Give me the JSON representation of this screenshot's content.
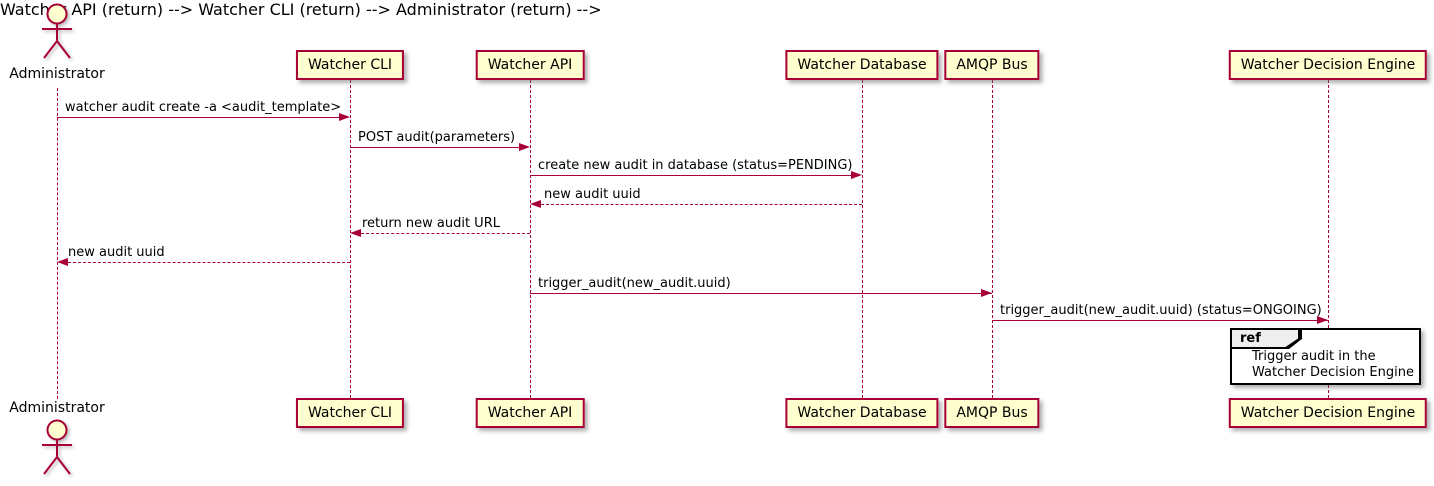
{
  "diagram_type": "sequence-diagram",
  "actor": {
    "name": "Administrator"
  },
  "participants": [
    {
      "label": "Watcher CLI"
    },
    {
      "label": "Watcher API"
    },
    {
      "label": "Watcher Database"
    },
    {
      "label": "AMQP Bus"
    },
    {
      "label": "Watcher Decision Engine"
    }
  ],
  "messages": [
    {
      "from": "Administrator",
      "to": "Watcher CLI",
      "style": "solid",
      "label": "watcher audit create -a <audit_template>"
    },
    {
      "from": "Watcher CLI",
      "to": "Watcher API",
      "style": "solid",
      "label": "POST audit(parameters)"
    },
    {
      "from": "Watcher API",
      "to": "Watcher Database",
      "style": "solid",
      "label": "create new audit in database (status=PENDING)"
    },
    {
      "from": "Watcher Database",
      "to": "Watcher API",
      "style": "dashed",
      "label": "new audit uuid"
    },
    {
      "from": "Watcher API",
      "to": "Watcher CLI",
      "style": "dashed",
      "label": "return new audit URL"
    },
    {
      "from": "Watcher CLI",
      "to": "Administrator",
      "style": "dashed",
      "label": "new audit uuid"
    },
    {
      "from": "Watcher API",
      "to": "AMQP Bus",
      "style": "solid",
      "label": "trigger_audit(new_audit.uuid)"
    },
    {
      "from": "AMQP Bus",
      "to": "Watcher Decision Engine",
      "style": "solid",
      "label": "trigger_audit(new_audit.uuid) (status=ONGOING)"
    }
  ],
  "ref": {
    "keyword": "ref",
    "line1": "Trigger audit in the",
    "line2": "Watcher Decision Engine"
  },
  "colors": {
    "accent": "#A80036",
    "participant_fill": "#FEFECE",
    "ref_tab_fill": "#EEEEEE",
    "ref_border": "#000000",
    "background": "#FFFFFF",
    "text": "#000000"
  }
}
